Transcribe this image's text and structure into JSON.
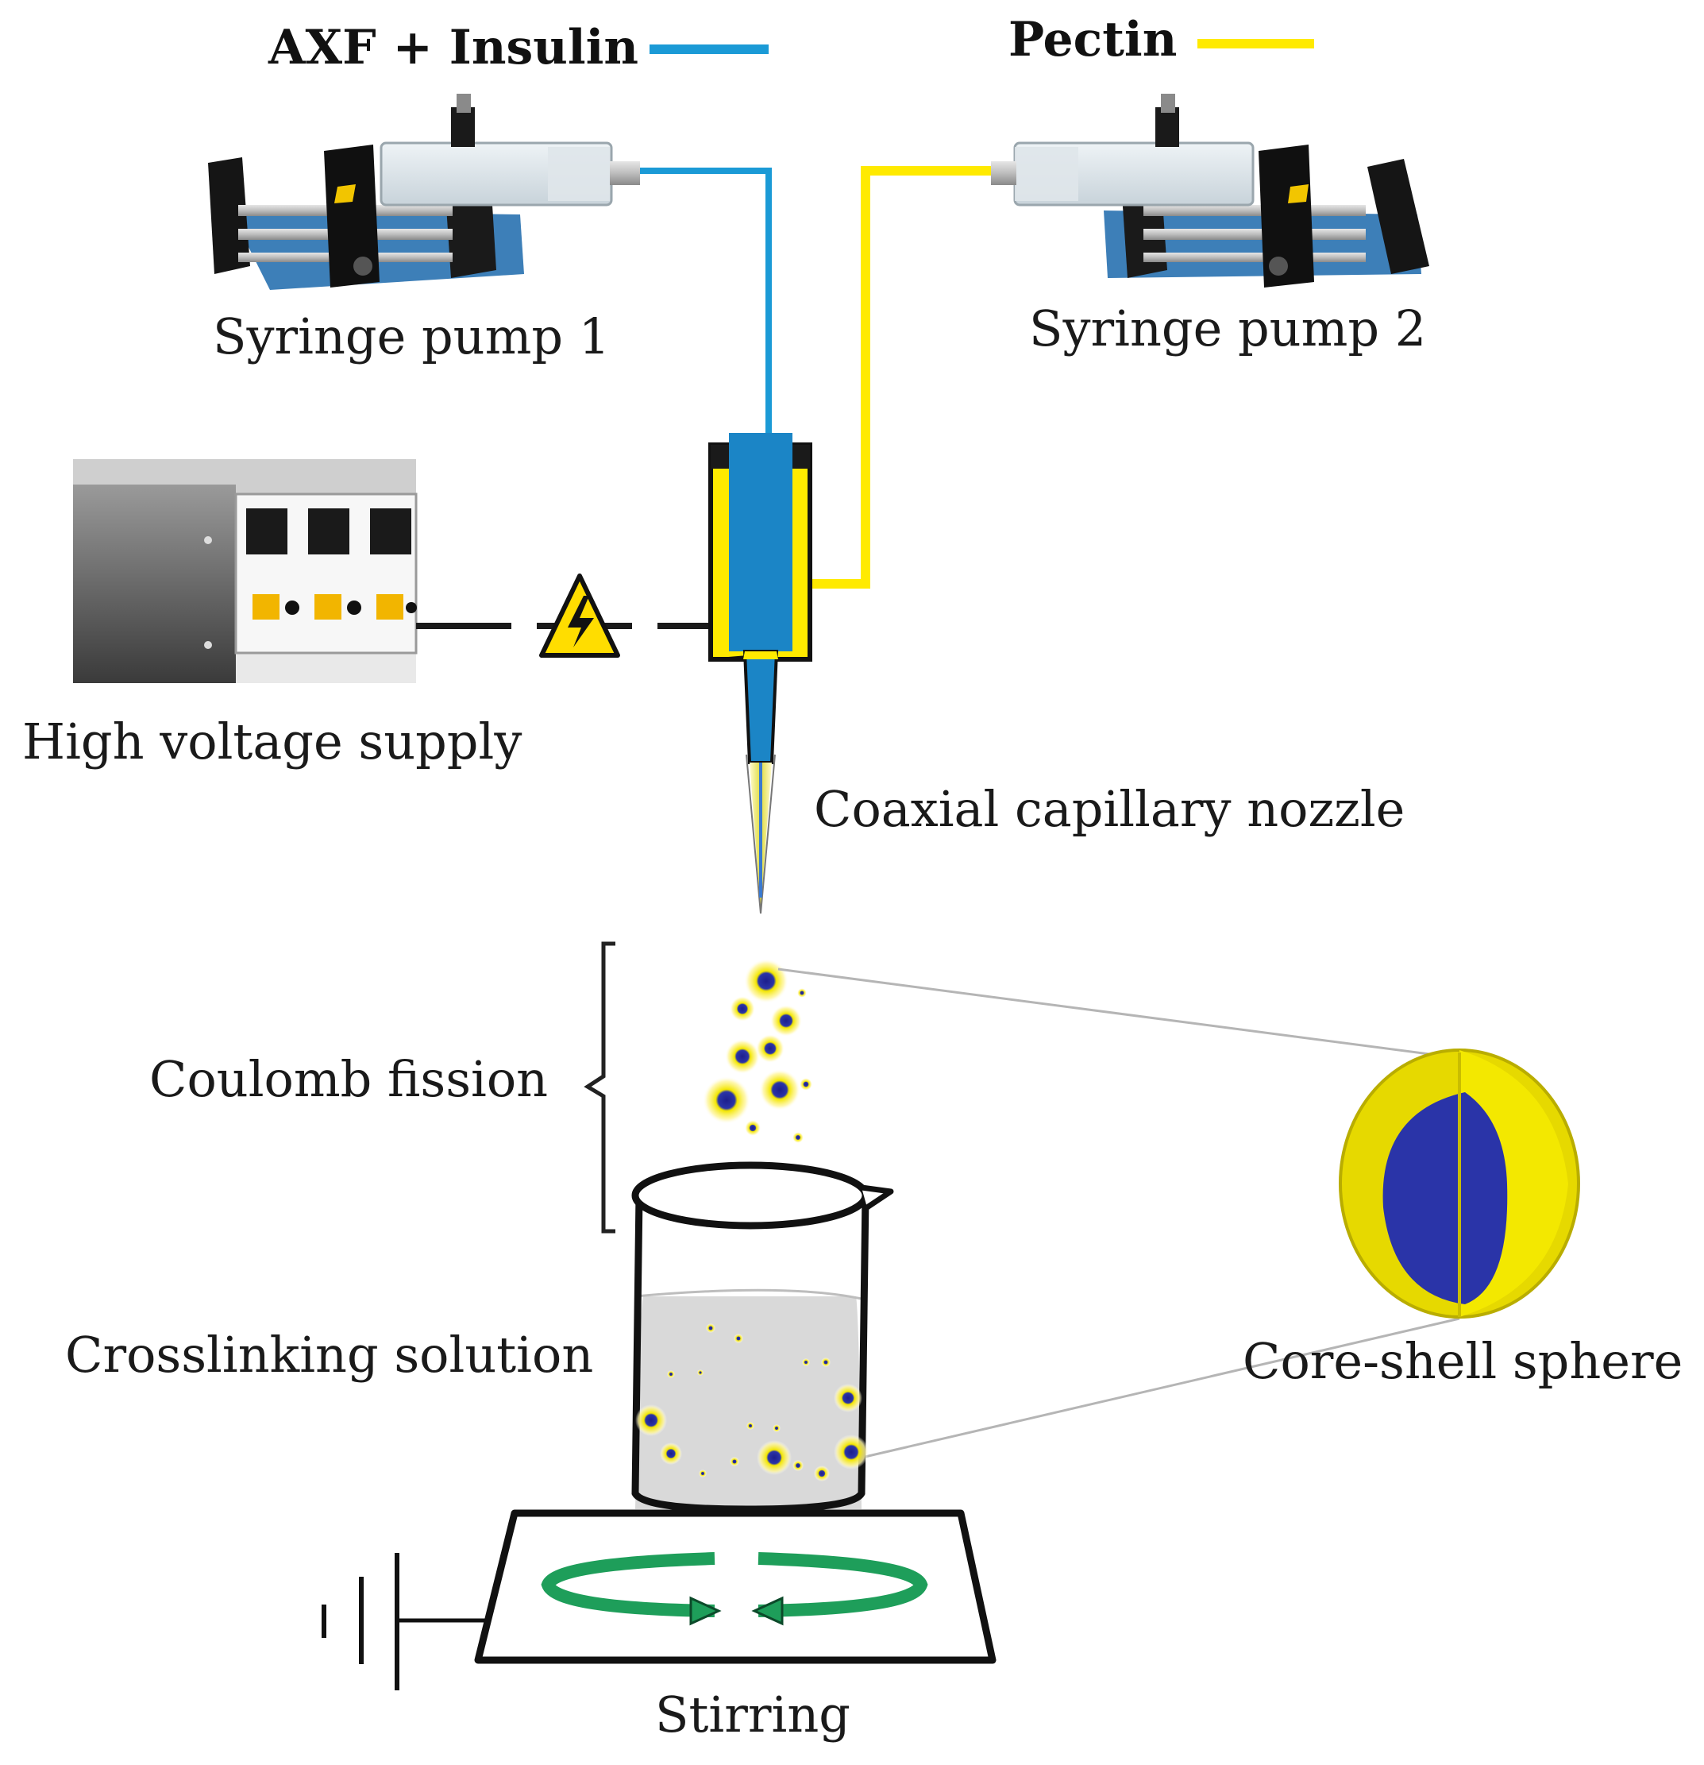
{
  "legend": {
    "core_fluid": {
      "label": "AXF + Insulin",
      "color": "#1b9ad6"
    },
    "shell_fluid": {
      "label": "Pectin",
      "color": "#ffea00"
    }
  },
  "labels": {
    "pump1": "Syringe pump 1",
    "pump2": "Syringe pump 2",
    "hv_supply": "High voltage supply",
    "nozzle": "Coaxial capillary nozzle",
    "fission": "Coulomb fission",
    "solution": "Crosslinking solution",
    "sphere": "Core-shell sphere",
    "stirring": "Stirring"
  },
  "colors": {
    "core": "#2a34a8",
    "shell": "#e3d600",
    "stir_arrow": "#1e9e5a",
    "liquid": "#d9d9d9"
  },
  "icons": {
    "hazard": "high-voltage-warning-icon",
    "ground": "ground-symbol-icon",
    "stir": "circular-arrows-icon"
  }
}
